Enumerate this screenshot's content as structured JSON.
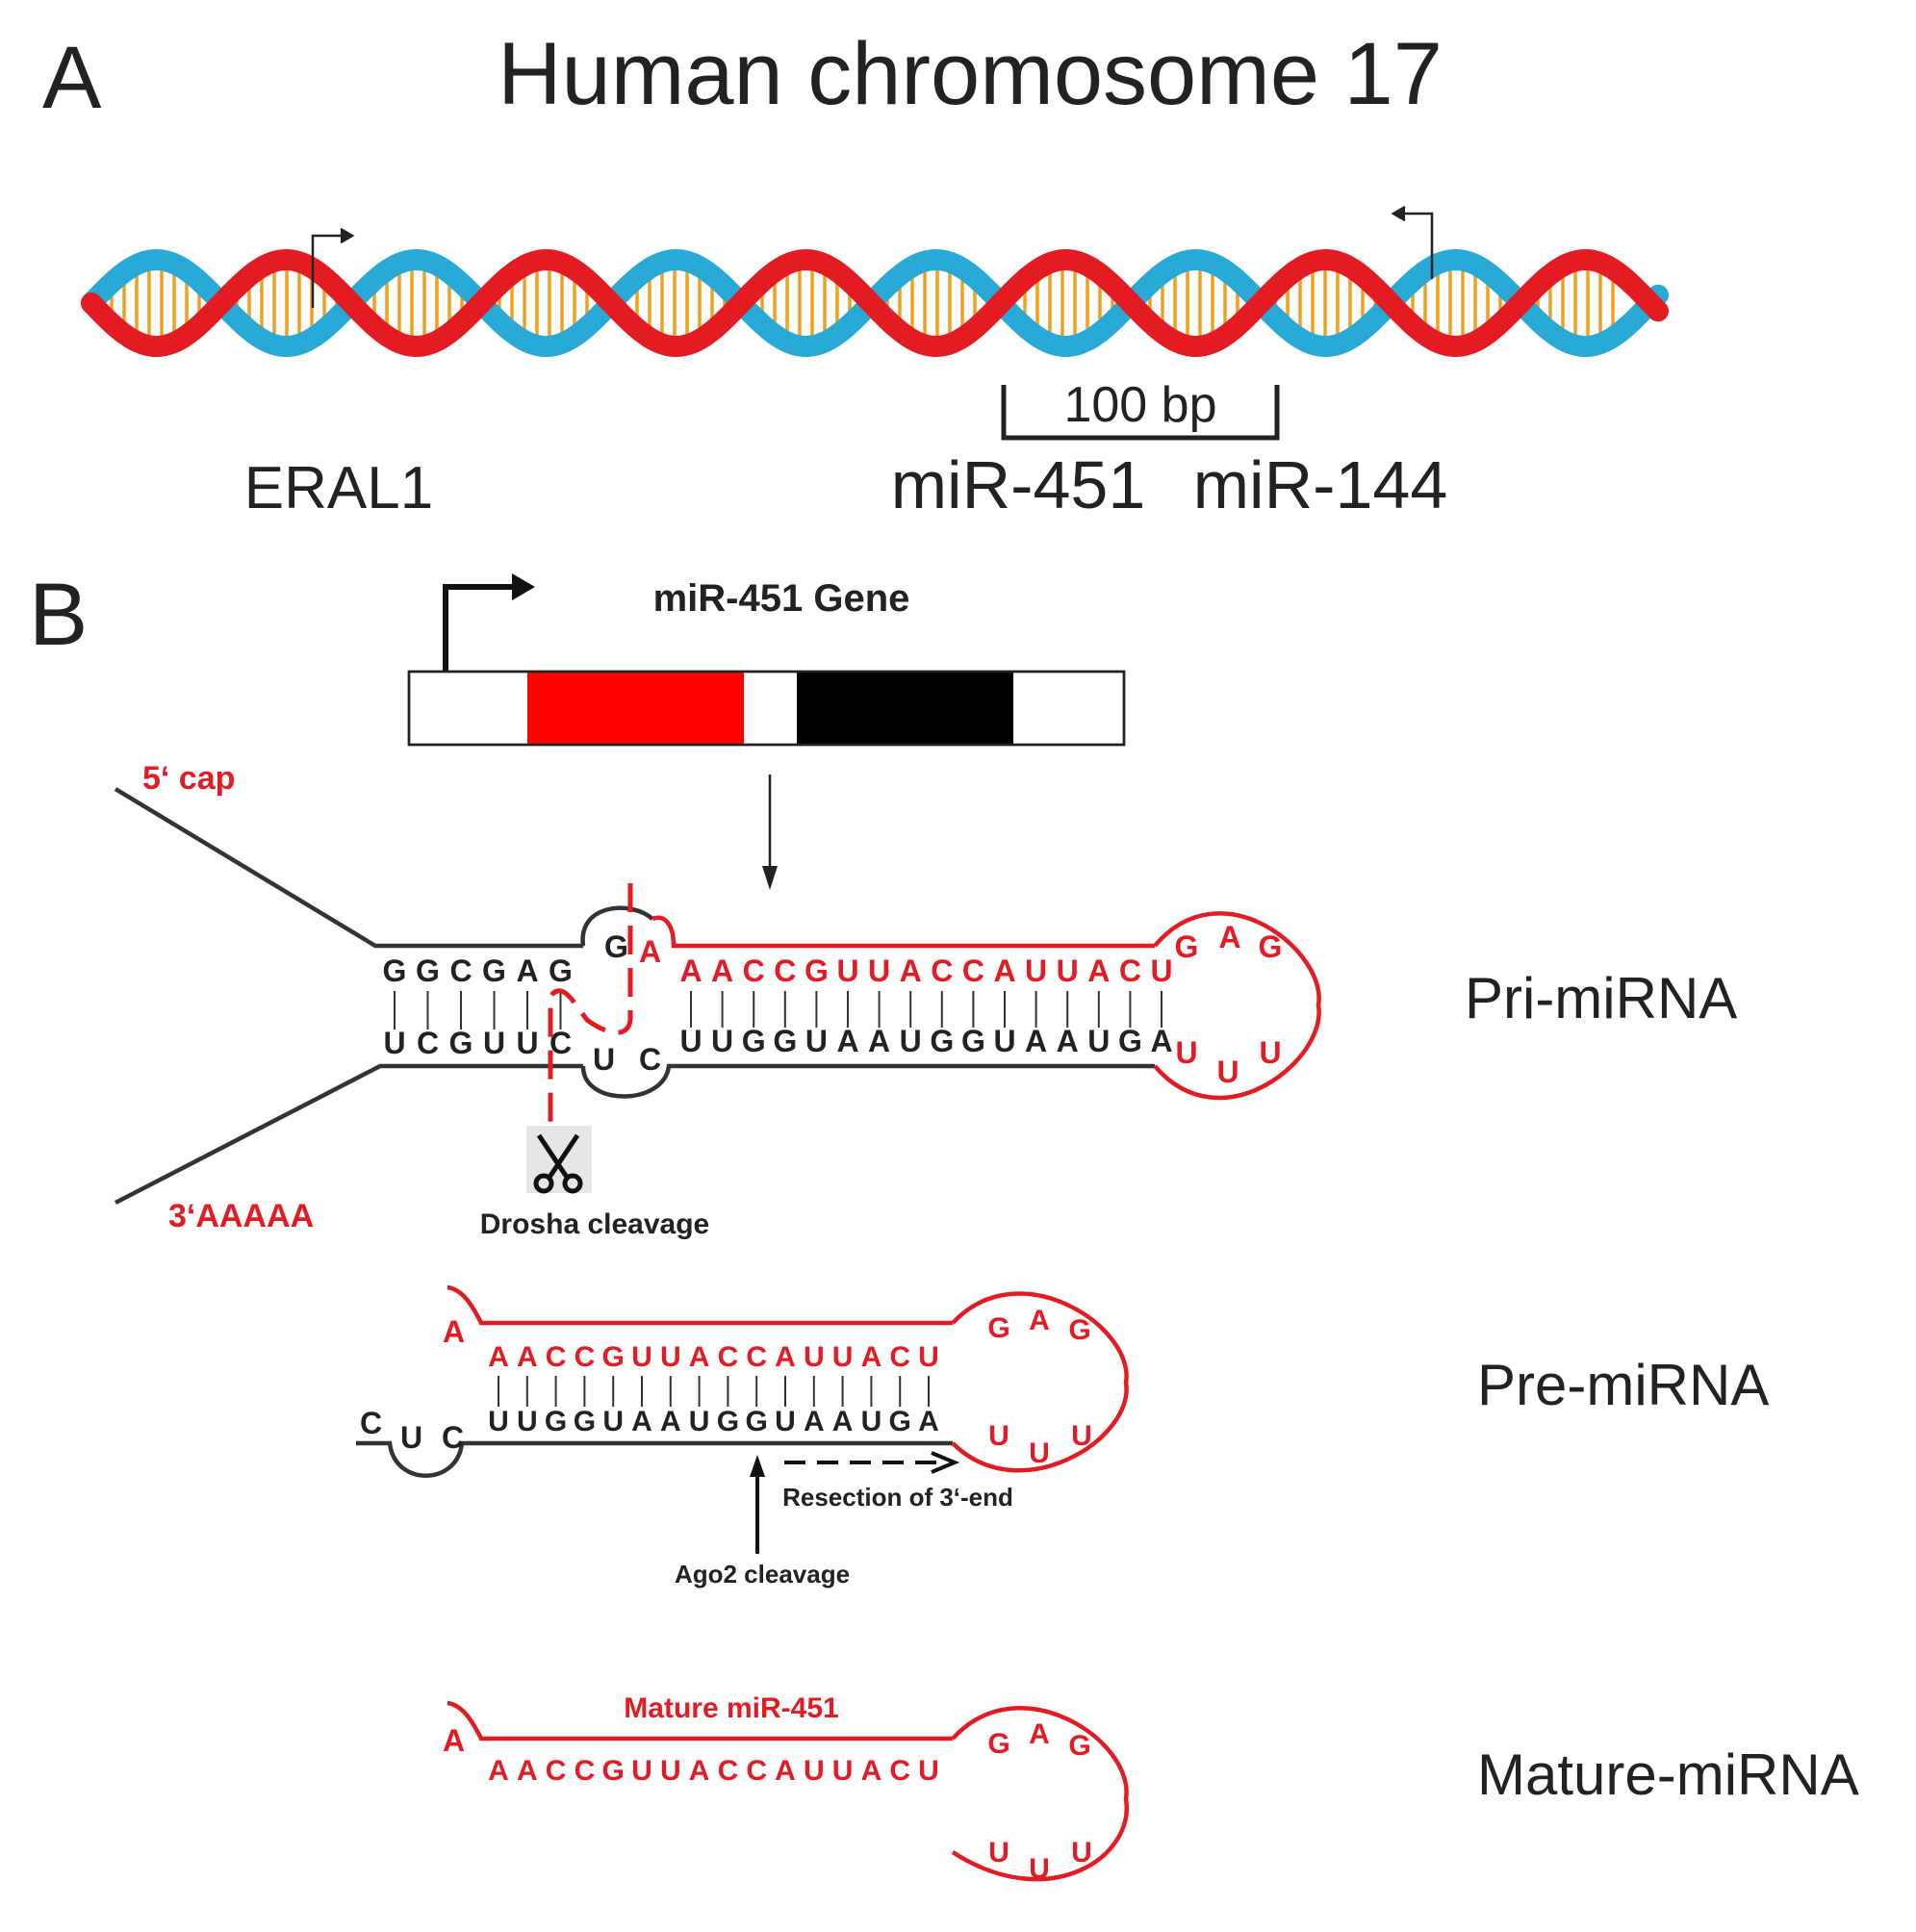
{
  "colors": {
    "red_strand": "#e31c23",
    "blue_strand": "#29a9d6",
    "base_pair": "#f0a020",
    "rna_red": "#e31c23",
    "rna_black": "#222222"
  },
  "panel_a": {
    "label": "A",
    "title": "Human chromosome 17",
    "scale_label": "100 bp",
    "gene_left": "ERAL1",
    "gene_mid": "miR-451",
    "gene_right": "miR-144",
    "icons": [
      "dna-helix-icon",
      "transcription-start-arrow-icon"
    ]
  },
  "panel_b": {
    "label": "B",
    "gene_title": "miR-451 Gene",
    "pri": {
      "stage_label": "Pri-miRNA",
      "cap_label": "5‘ cap",
      "polya_label": "3‘AAAAA",
      "top_black": [
        "G",
        "G",
        "C",
        "G",
        "A",
        "G"
      ],
      "top_bulge": "G",
      "top_red_start": "A",
      "top_red": [
        "A",
        "A",
        "C",
        "C",
        "G",
        "U",
        "U",
        "A",
        "C",
        "C",
        "A",
        "U",
        "U",
        "A",
        "C",
        "U"
      ],
      "loop_top": [
        "G",
        "A",
        "G"
      ],
      "bottom_black": [
        "U",
        "C",
        "G",
        "U",
        "U",
        "C"
      ],
      "bottom_bulge": [
        "U",
        "C"
      ],
      "bottom_strand": [
        "U",
        "U",
        "G",
        "G",
        "U",
        "A",
        "A",
        "U",
        "G",
        "G",
        "U",
        "A",
        "A",
        "U",
        "G",
        "A"
      ],
      "loop_bottom": [
        "U",
        "U",
        "U"
      ],
      "drosha_label": "Drosha cleavage"
    },
    "pre": {
      "stage_label": "Pre-miRNA",
      "overhang": "A",
      "top_red": [
        "A",
        "A",
        "C",
        "C",
        "G",
        "U",
        "U",
        "A",
        "C",
        "C",
        "A",
        "U",
        "U",
        "A",
        "C",
        "U"
      ],
      "loop_top": [
        "G",
        "A",
        "G"
      ],
      "bulge": [
        "C",
        "U",
        "C"
      ],
      "bottom_strand": [
        "U",
        "U",
        "G",
        "G",
        "U",
        "A",
        "A",
        "U",
        "G",
        "G",
        "U",
        "A",
        "A",
        "U",
        "G",
        "A"
      ],
      "loop_bottom": [
        "U",
        "U",
        "U"
      ],
      "resection_label": "Resection of 3‘-end",
      "ago2_label": "Ago2 cleavage"
    },
    "mature": {
      "stage_label": "Mature-miRNA",
      "title": "Mature miR-451",
      "overhang": "A",
      "top_red": [
        "A",
        "A",
        "C",
        "C",
        "G",
        "U",
        "U",
        "A",
        "C",
        "C",
        "A",
        "U",
        "U",
        "A",
        "C",
        "U"
      ],
      "loop_top": [
        "G",
        "A",
        "G"
      ],
      "loop_bottom": [
        "U",
        "U",
        "U"
      ]
    }
  }
}
